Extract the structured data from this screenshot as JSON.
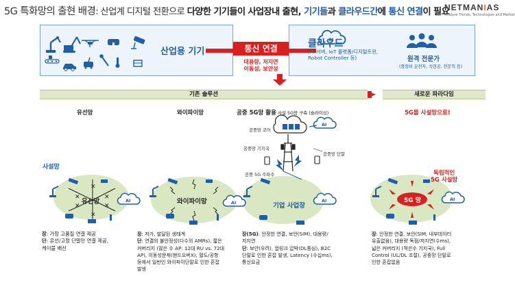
{
  "header": {
    "title_main": "5G 특화망의 출현 배경",
    "title_colon": ": ",
    "title_plain": "산업계 디지털 전환으로 ",
    "title_bold": "다양한 기기들이 사업장내 출현, ",
    "title_hl1": "기기들",
    "title_mid": "과 ",
    "title_hl2": "클라우드간",
    "title_end": "에 ",
    "title_hl3": "통신 연결",
    "title_tail": "이 필요"
  },
  "logo": {
    "name_a": "NETMAN",
    "name_b": "I",
    "name_c": "AS",
    "tagline": "Analyze Trends, Technologies and Market"
  },
  "top": {
    "industrial_label": "산업용 기기",
    "comm_label": "통신 연결",
    "comm_sub1": "대용량, 저지연",
    "comm_sub2": "이동성, 보안성",
    "cloud_title": "클라우드",
    "cloud_sub1": "(AI 서버, IoT 플랫폼/디지털트윈,",
    "cloud_sub2": "Robot Controller 등)",
    "expert_title": "원격 전문가",
    "expert_sub": "(중장비 운전자, 숙련공, 전문의 등)"
  },
  "bars": {
    "existing": "기존 솔루션",
    "new": "새로운 파라다임"
  },
  "columns": {
    "wired": "유선망",
    "wifi": "와이파이망",
    "public_bold": "공중 5G망 활용",
    "public_small": " 사설 5G망 구축 (슬라이싱)",
    "new_red": "5G를 사설망으로!"
  },
  "labels": {
    "private_net": "사설망",
    "wired_center": "유선망",
    "wifi_center": "와이파이망",
    "enterprise": "기업 사업장",
    "core": "공중망 코어",
    "base": "공중망 기지국",
    "terminal": "공중망 단말",
    "freq": "공중 5G 주파수",
    "independent1": "독립적인",
    "independent2": "5G 사설망",
    "fiveg": "5G 망",
    "ai": "AI"
  },
  "descs": {
    "wired_pro_k": "장",
    "wired_pro": ": 가장 고품질 연결 제공",
    "wired_con_k": "단",
    "wired_con": ": 유선/고정 단말만 연결 제공,",
    "wired_con2": "케이블 배선",
    "wifi_pro_k": "장",
    "wifi_pro": ": 저가, 발달된 생태계",
    "wifi_con_k": "단",
    "wifi_con": ": 연결의 불안정성(다수의 AMRs), 짧은",
    "wifi_con2": "커버리지 (많은 수 AP: 12대 RU vs. 72대",
    "wifi_con3": "AP), 이동성문제(핸드오버X), 혈도/공항",
    "wifi_con4": "등에서 일반인 와이파이단말로 인한 혼잡",
    "wifi_con5": "발생",
    "pub_pro_k": "장(5G)",
    "pub_pro": ": 안정한 연결, 보안(SIM), 대용량/",
    "pub_pro2": "저지연",
    "pub_con_k": "단",
    "pub_con": ": 보안(우려), 업링크 압박(DL중심), B2C",
    "pub_con2": "단말로 인한 혼잡 발생, Latency (수십ms),",
    "pub_con3": "통신요금",
    "new_pro_k": "장",
    "new_pro": ": 안정한 연결, 보안(SIM, 내부데이터",
    "new_pro2": "유출없음), 대용량 독점/저지연(수ms),",
    "new_pro3": "넓은 커버리지 (적은수 기지국), Full",
    "new_pro4": "Control (UL/DL 조절), 공중망 단말로",
    "new_pro5": "인한 혼잡없음"
  },
  "colors": {
    "blue": "#1f5fa8",
    "red": "#d92020",
    "green": "#d9e7c2",
    "bar": "#dfe8c8"
  }
}
